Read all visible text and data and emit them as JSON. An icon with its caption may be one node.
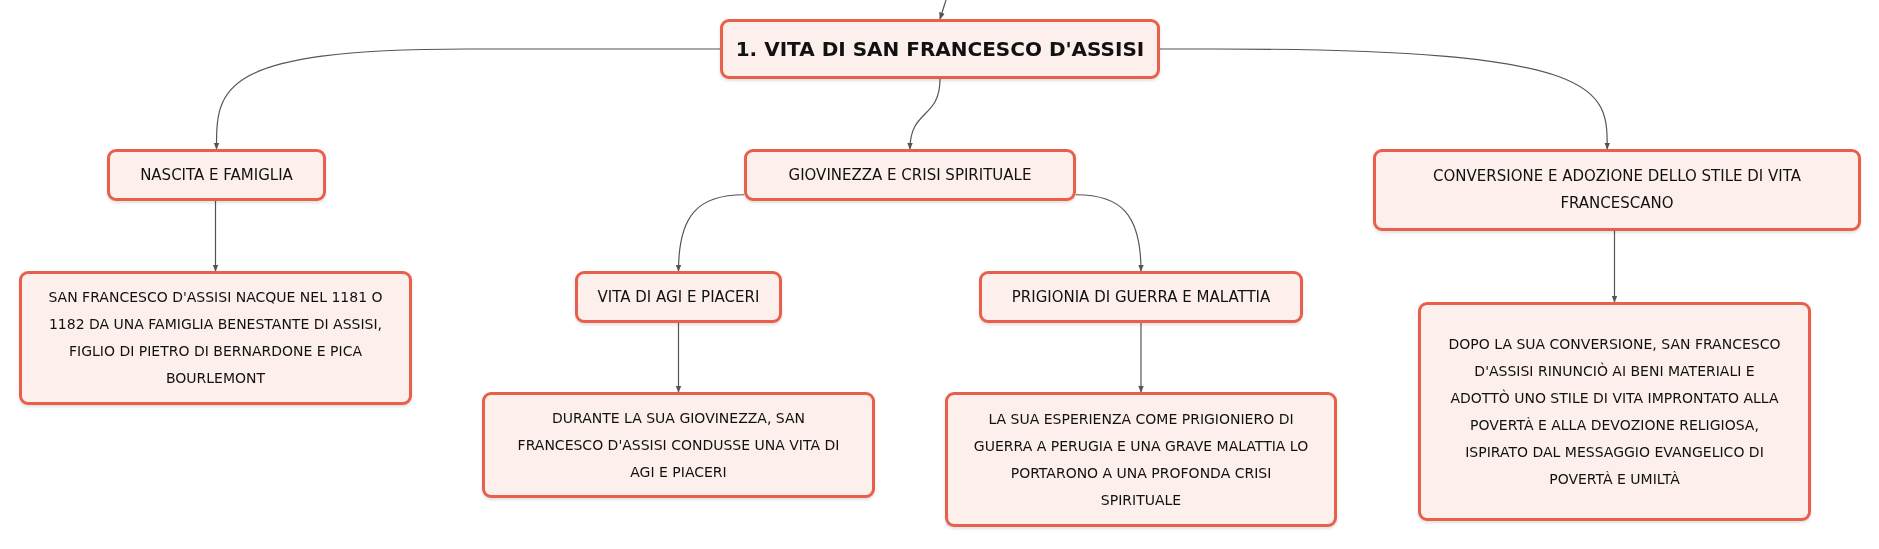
{
  "diagram": {
    "nodes": [
      {
        "text": [
          "1. VITA DI SAN FRANCESCO D'ASSISI"
        ]
      },
      {
        "text": [
          "NASCITA E FAMIGLIA"
        ]
      },
      {
        "text": [
          "GIOVINEZZA E CRISI SPIRITUALE"
        ]
      },
      {
        "text": [
          "CONVERSIONE E ADOZIONE DELLO STILE DI VITA FRANCESCANO"
        ]
      },
      {
        "text": [
          "SAN FRANCESCO D'ASSISI NACQUE NEL 1181 O 1182 DA UNA FAMIGLIA BENESTANTE DI ASSISI, FIGLIO DI PIETRO DI BERNARDONE E PICA BOURLEMONT"
        ]
      },
      {
        "text": [
          "VITA DI AGI E PIACERI"
        ]
      },
      {
        "text": [
          "PRIGIONIA DI GUERRA E MALATTIA"
        ]
      },
      {
        "text": [
          "DURANTE LA SUA GIOVINEZZA, SAN FRANCESCO D'ASSISI CONDUSSE UNA VITA DI AGI E PIACERI"
        ]
      },
      {
        "text": [
          "LA SUA ESPERIENZA COME PRIGIONIERO DI GUERRA A PERUGIA E UNA GRAVE MALATTIA LO PORTARONO A UNA PROFONDA CRISI SPIRITUALE"
        ]
      },
      {
        "text": [
          "DOPO LA SUA CONVERSIONE, SAN FRANCESCO D'ASSISI RINUNCIÒ AI BENI MATERIALI E ADOTTÒ UNO STILE DI VITA IMPRONTATO ALLA POVERTÀ E ALLA DEVOZIONE RELIGIOSA, ISPIRATO DAL MESSAGGIO EVANGELICO DI POVERTÀ E UMILTÀ"
        ]
      }
    ],
    "edges": [
      {
        "from": null,
        "to": 0,
        "arrow": "to"
      },
      {
        "from": 0,
        "to": 1,
        "arrow": "to"
      },
      {
        "from": 0,
        "to": 2,
        "arrow": "to"
      },
      {
        "from": 0,
        "to": 3,
        "arrow": "to"
      },
      {
        "from": 1,
        "to": 4,
        "arrow": "to"
      },
      {
        "from": 2,
        "to": 5,
        "arrow": "to"
      },
      {
        "from": 2,
        "to": 6,
        "arrow": "to"
      },
      {
        "from": 3,
        "to": 9,
        "arrow": "to"
      },
      {
        "from": 5,
        "to": 7,
        "arrow": "to"
      },
      {
        "from": 6,
        "to": 8,
        "arrow": "to"
      }
    ]
  }
}
